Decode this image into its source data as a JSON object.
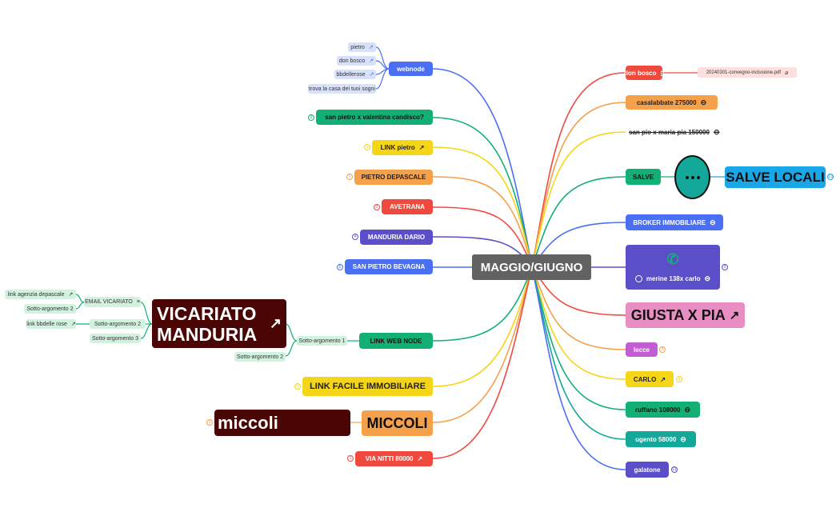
{
  "root": {
    "label": "MAGGIO/GIUGNO"
  },
  "colors": {
    "blue": "#4b6ff2",
    "green": "#12b074",
    "yellow": "#f5d518",
    "orange": "#f5a04a",
    "red": "#f04a3f",
    "purple": "#5b4fc9",
    "pink": "#e88ec3",
    "maroon": "#4a0505",
    "lightblue": "#d7e1fa",
    "lightgreen": "#d2f1df",
    "cyan": "#1aa7e8",
    "teal": "#13a89a",
    "magenta": "#c25ed1"
  },
  "left": {
    "webnode": {
      "label": "webnode",
      "children": [
        "pietro",
        "don bosco",
        "bbdellerose",
        "trova la casa dei tuoi sogni"
      ]
    },
    "san_pietro_valentina": {
      "label": "san pietro x valentina candisco?"
    },
    "link_pietro": {
      "label": "LINK pietro"
    },
    "pietro_depascale": {
      "label": "PIETRO DEPASCALE"
    },
    "avetrana": {
      "label": "AVETRANA"
    },
    "manduria_dario": {
      "label": "MANDURIA DARIO"
    },
    "san_pietro_bevagna": {
      "label": "SAN PIETRO BEVAGNA"
    },
    "link_web_node": {
      "label": "LINK WEB NODE",
      "sotto1": "Sotto-argomento 1",
      "sotto2": "Sotto-argomento 2",
      "vicariato": {
        "label_line1": "VICARIATO",
        "label_line2": "MANDURIA",
        "email": {
          "label": "EMAIL VICARIATO",
          "children": [
            "link agenzia depascale",
            "Sotto-argomento 2"
          ]
        },
        "sotto2": {
          "label": "Sotto-argomento 2",
          "child": "link bbdelle rose"
        },
        "sotto3": {
          "label": "Sotto-argomento 3"
        }
      }
    },
    "link_facile": {
      "label": "LINK FACILE IMMOBILIARE"
    },
    "miccoli_upper": {
      "label": "MICCOLI",
      "child": "miccoli"
    },
    "via_nitti": {
      "label": "VIA NITTI 80000"
    }
  },
  "right": {
    "don_bosco": {
      "label": "don bosco",
      "file": "20240301-convegno-inclusione.pdf"
    },
    "casalabbate": {
      "label": "casalabbate 275000"
    },
    "san_pio": {
      "label": "san pio x maria pia 150000"
    },
    "salve": {
      "label": "SALVE",
      "child": "SALVE LOCALI"
    },
    "broker": {
      "label": "BROKER IMMOBILIARE"
    },
    "merine": {
      "label": "merine 138x carlo"
    },
    "giusta": {
      "label": "GIUSTA X PIA"
    },
    "lecce": {
      "label": "lecce"
    },
    "carlo": {
      "label": "CARLO"
    },
    "ruffano": {
      "label": "ruffano 108000"
    },
    "ugento": {
      "label": "ugento 58000"
    },
    "galatone": {
      "label": "galatone"
    }
  },
  "badges": {
    "san_pietro_valentina": "0",
    "link_pietro": "1",
    "pietro_depascale": "5",
    "avetrana": "3",
    "manduria_dario": "4",
    "san_pietro_bevagna": "5",
    "link_facile": "0",
    "miccoli": "0",
    "via_nitti": "1",
    "salve_locali": "13",
    "merine": "0",
    "lecce": "3",
    "carlo": "2",
    "galatone": "11"
  }
}
